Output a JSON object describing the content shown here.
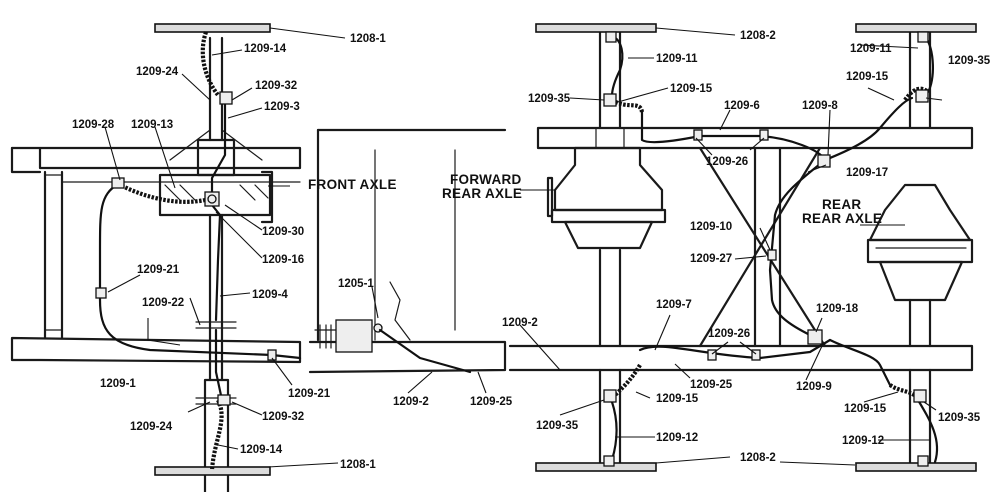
{
  "assemblies": {
    "front_axle": "FRONT AXLE",
    "forward_rear_axle": [
      "FORWARD",
      "REAR AXLE"
    ],
    "rear_rear_axle": [
      "REAR",
      "REAR AXLE"
    ]
  },
  "callouts": {
    "c1208_1_top": "1208-1",
    "c1209_14_top": "1209-14",
    "c1209_24_top": "1209-24",
    "c1209_32_top": "1209-32",
    "c1209_3": "1209-3",
    "c1209_28": "1209-28",
    "c1209_13": "1209-13",
    "c1209_30": "1209-30",
    "c1209_16": "1209-16",
    "c1209_21_left": "1209-21",
    "c1209_4": "1209-4",
    "c1209_22": "1209-22",
    "c1205_1": "1205-1",
    "c1209_1": "1209-1",
    "c1209_21_bottom": "1209-21",
    "c1209_24_bottom": "1209-24",
    "c1209_32_bottom": "1209-32",
    "c1209_14_bottom": "1209-14",
    "c1208_1_bottom": "1208-1",
    "c1209_2_mid": "1209-2",
    "c1209_25_mid": "1209-25",
    "c1208_2_top": "1208-2",
    "c1209_11_left": "1209-11",
    "c1209_11_right": "1209-11",
    "c1209_35_tl": "1209-35",
    "c1209_15_tl": "1209-15",
    "c1209_15_tr": "1209-15",
    "c1209_35_tr": "1209-35",
    "c1209_6": "1209-6",
    "c1209_8": "1209-8",
    "c1209_26_top": "1209-26",
    "c1209_17": "1209-17",
    "c1209_10": "1209-10",
    "c1209_27": "1209-27",
    "c1209_2_right": "1209-2",
    "c1209_7": "1209-7",
    "c1209_18": "1209-18",
    "c1209_26_bottom": "1209-26",
    "c1209_25_right": "1209-25",
    "c1209_9": "1209-9",
    "c1209_35_bl": "1209-35",
    "c1209_15_bl": "1209-15",
    "c1209_15_br": "1209-15",
    "c1209_35_br": "1209-35",
    "c1209_12_left": "1209-12",
    "c1209_12_right": "1209-12",
    "c1208_2_bottom": "1208-2"
  }
}
